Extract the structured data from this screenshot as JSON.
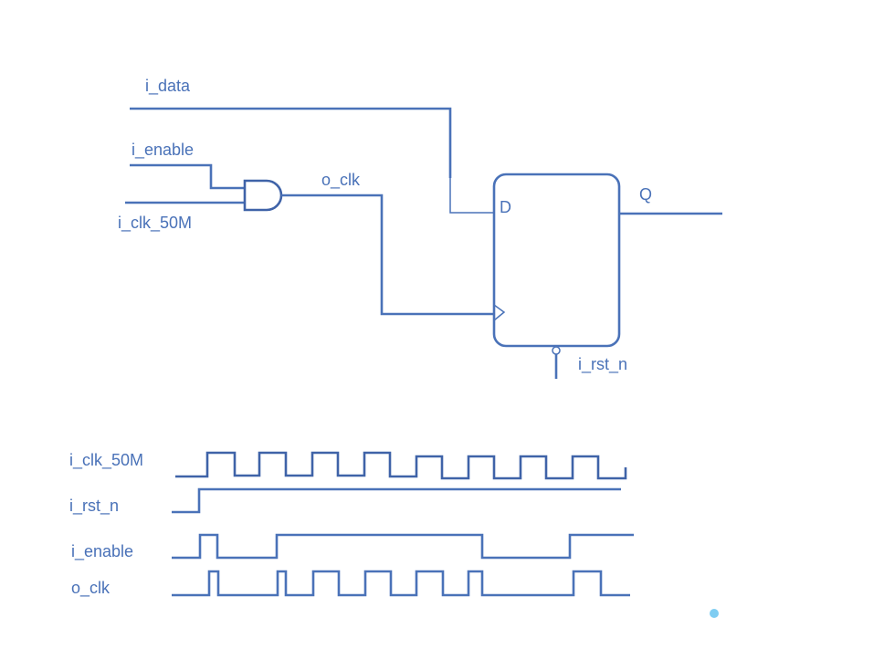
{
  "circuit": {
    "inputs": {
      "data": "i_data",
      "enable": "i_enable",
      "clock": "i_clk_50M",
      "reset": "i_rst_n"
    },
    "gate_output": "o_clk",
    "flipflop": {
      "d_pin": "D",
      "q_pin": "Q"
    }
  },
  "timing": {
    "signals": [
      "i_clk_50M",
      "i_rst_n",
      "i_enable",
      "o_clk"
    ]
  },
  "colors": {
    "wire": "#4a72b8",
    "dot": "#7fcdf2"
  }
}
